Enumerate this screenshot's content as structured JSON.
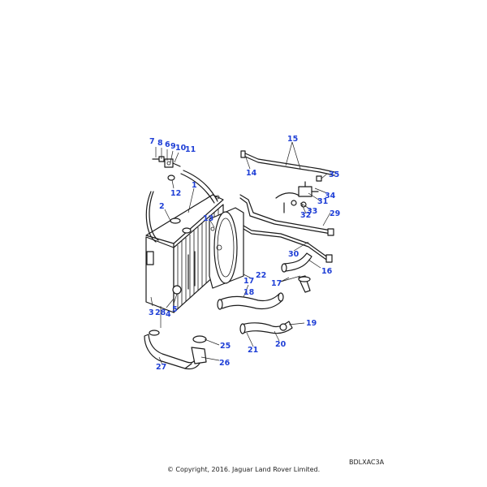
{
  "diagram": {
    "callouts": [
      "1",
      "2",
      "3",
      "4",
      "5",
      "6",
      "7",
      "8",
      "9",
      "10",
      "11",
      "12",
      "13",
      "14",
      "15",
      "16",
      "17",
      "17",
      "18",
      "19",
      "20",
      "21",
      "22",
      "25",
      "26",
      "27",
      "28",
      "29",
      "30",
      "31",
      "32",
      "33",
      "34",
      "35"
    ]
  },
  "footer": {
    "diagram_code": "BDLXAC3A",
    "copyright": "© Copyright, 2016. Jaguar Land Rover Limited."
  }
}
